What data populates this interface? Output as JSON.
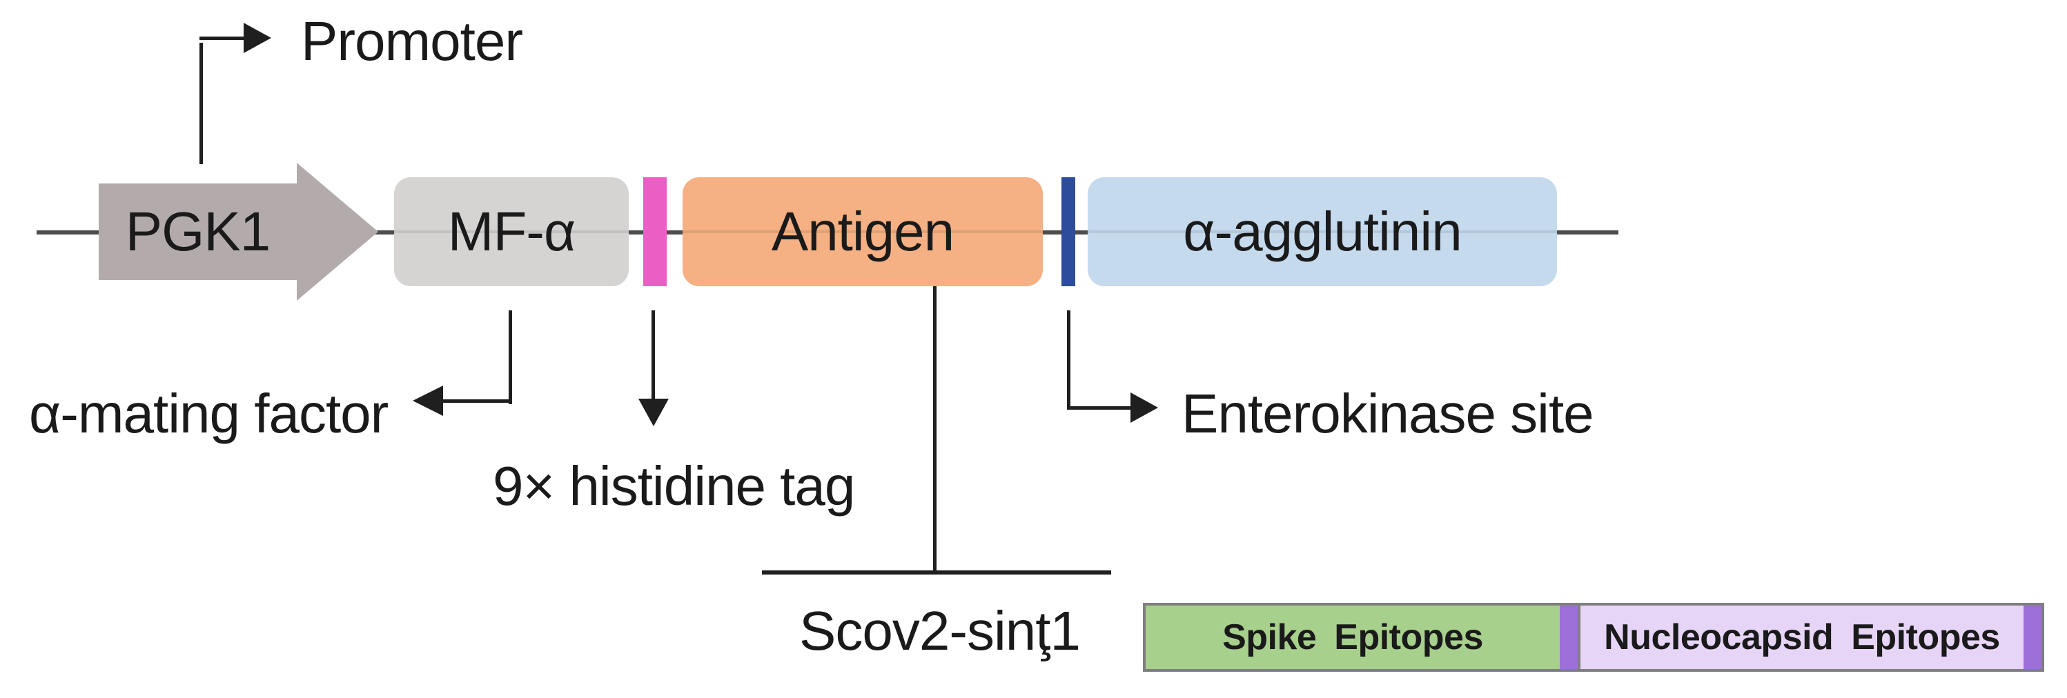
{
  "diagram": {
    "background": "#ffffff",
    "backbone_color": "#4c4c4c",
    "callout_line_color": "#1f1f1f",
    "label_text_color": "#1a1a1a",
    "callouts": {
      "promoter": "Promoter",
      "alpha_mating_factor": "α-mating factor",
      "histidine_tag": "9× histidine tag",
      "enterokinase_site": "Enterokinase site",
      "antigen_name": "Scov2-sinţ1"
    },
    "construct": {
      "pgk1": {
        "label": "PGK1",
        "fill": "#b3abab"
      },
      "mf_alpha": {
        "label": "MF-α",
        "fill": "#d6d3d3"
      },
      "histidine_bar": {
        "fill": "#eb5fc5"
      },
      "antigen": {
        "label": "Antigen",
        "fill": "#f5b083"
      },
      "enterokinase_bar": {
        "fill": "#2e4c9c"
      },
      "alpha_agglutinin": {
        "label": "α-agglutinin",
        "fill": "#c6daee"
      }
    },
    "epitope_bar": {
      "border_color": "#7f7f7f",
      "separator_color": "#9d6fd9",
      "spike": {
        "label": "Spike Epitopes",
        "fill": "#a8d08d"
      },
      "nucleocapsid": {
        "label": "Nucleocapsid Epitopes",
        "fill": "#e6d5f7"
      },
      "text_color": "#1a1a1a"
    }
  }
}
